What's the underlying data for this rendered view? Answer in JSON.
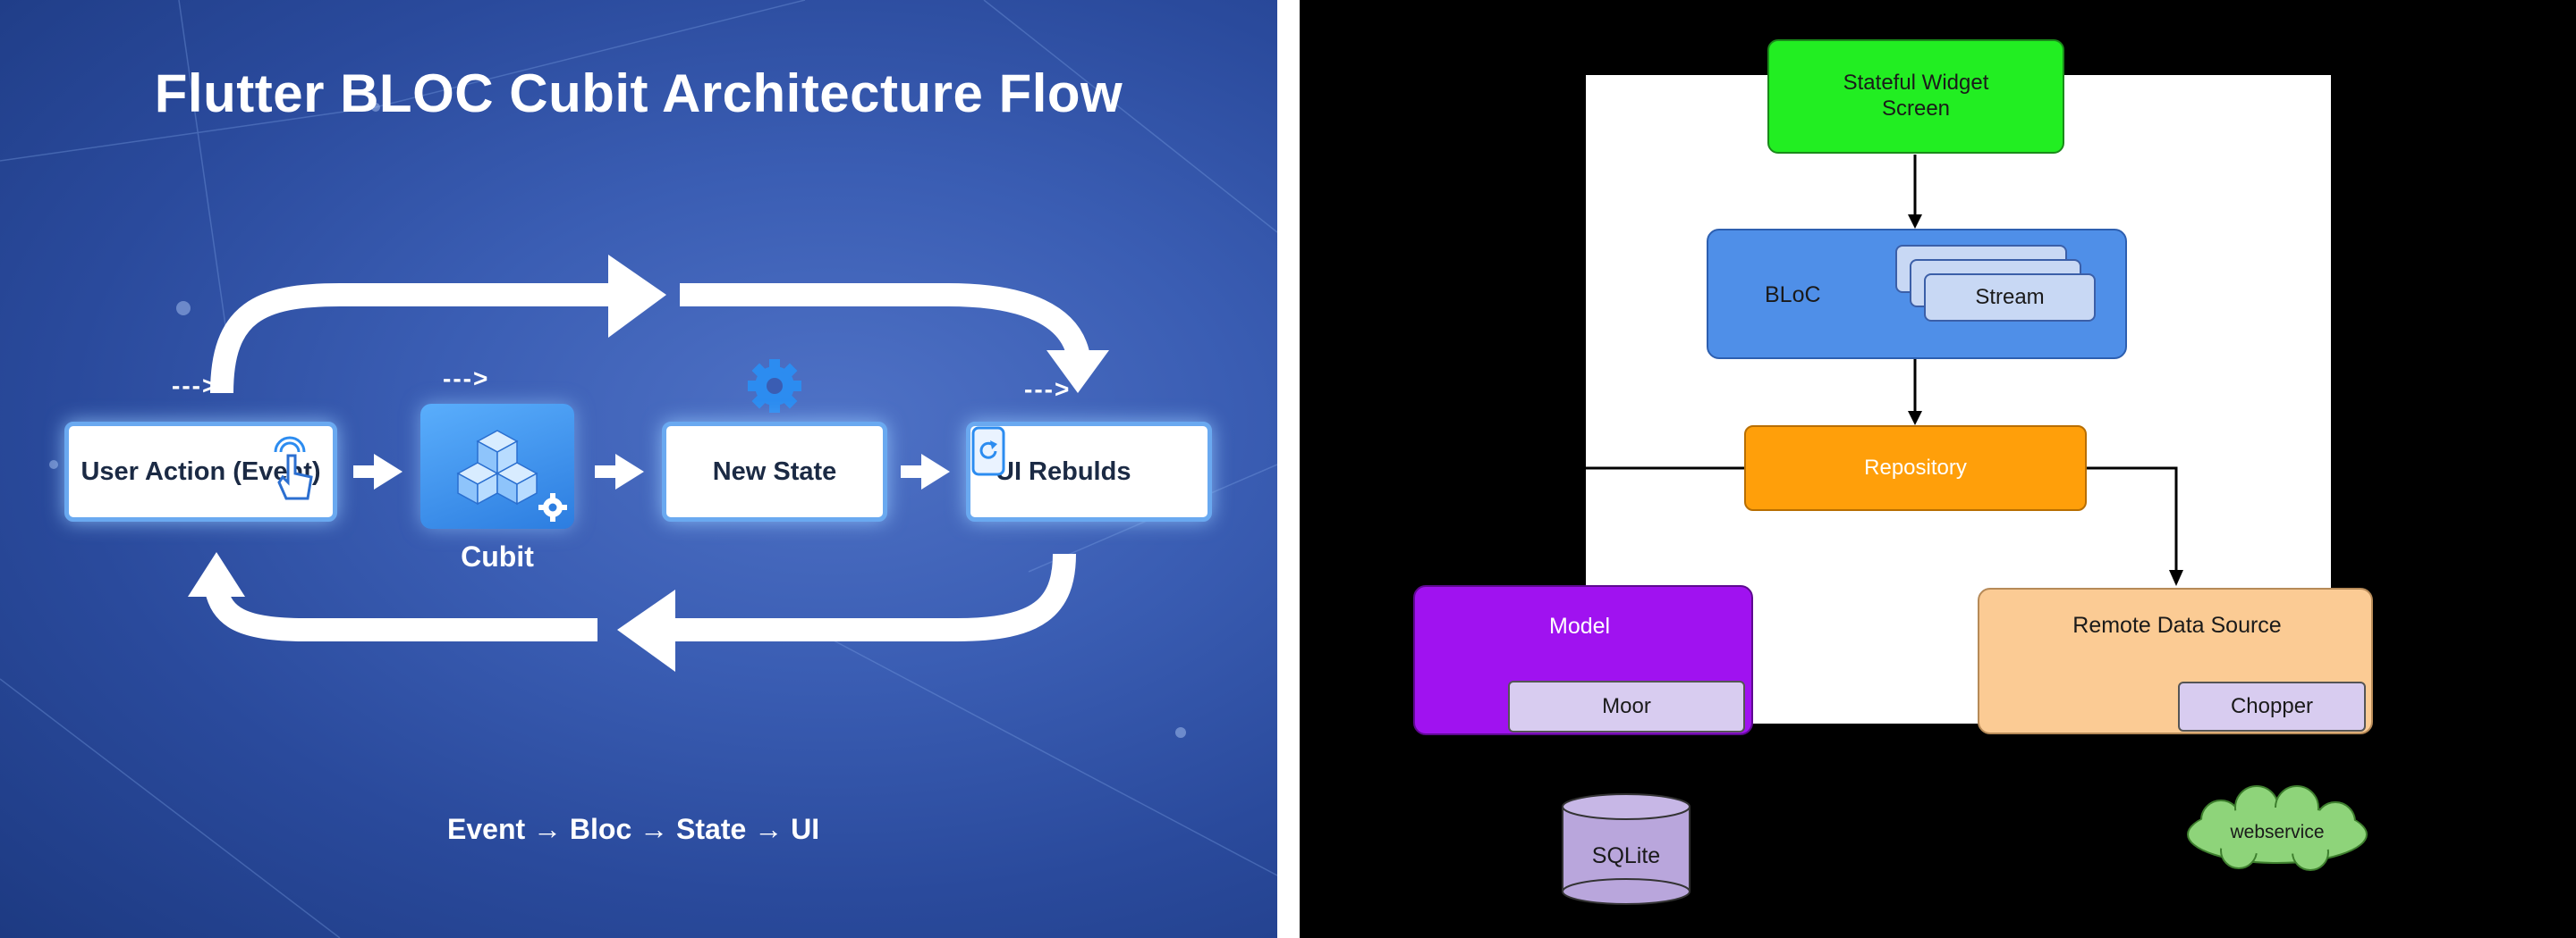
{
  "left": {
    "title": "Flutter BLOC Cubit Architecture Flow",
    "user_action_label": "User Action (Event)",
    "cubit_label": "Cubit",
    "new_state_label": "New State",
    "ui_rebuilds_label": "UI Rebulds",
    "dash_arrow": "--->",
    "flow_caption": "Event → Bloc → State → UI",
    "colors": {
      "accent": "#6aa9f0",
      "background": "#2a4a9c",
      "cubit_tile": "#2c7de0"
    }
  },
  "right": {
    "stateful_widget_label": "Stateful Widget\nScreen",
    "bloc_label": "BLoC",
    "stream_label": "Stream",
    "repository_label": "Repository",
    "model_label": "Model",
    "moor_label": "Moor",
    "remote_data_source_label": "Remote Data Source",
    "chopper_label": "Chopper",
    "sqlite_label": "SQLite",
    "webservice_label": "webservice",
    "colors": {
      "stateful_widget": "#22ee22",
      "bloc": "#4f8fe8",
      "stream": "#c8d8f4",
      "repository": "#ff9f0a",
      "model": "#a012f0",
      "moor": "#d8ccf0",
      "remote_data_source": "#fbcb94",
      "sqlite": "#b9a6dc",
      "webservice": "#8ed47a"
    }
  }
}
